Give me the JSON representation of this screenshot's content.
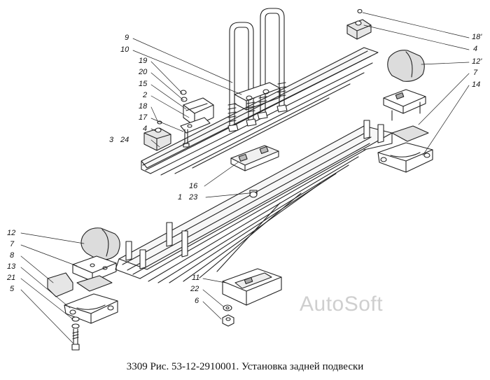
{
  "caption": "3309 Рис. 53-12-2910001. Установка задней подвески",
  "watermark": "AutoSoft",
  "labels": {
    "l9": "9",
    "l10": "10",
    "l19": "19",
    "l20": "20",
    "l15": "15",
    "l2": "2",
    "l18": "18",
    "l17": "17",
    "l4a": "4",
    "l3": "3",
    "l24": "24",
    "l16": "16",
    "l1": "1",
    "l23": "23",
    "l18p": "18'",
    "l4b": "4",
    "l12p": "12'",
    "l7a": "7",
    "l14": "14",
    "l12": "12",
    "l7b": "7",
    "l8": "8",
    "l13": "13",
    "l21": "21",
    "l5": "5",
    "l11": "11",
    "l22": "22",
    "l6": "6"
  }
}
